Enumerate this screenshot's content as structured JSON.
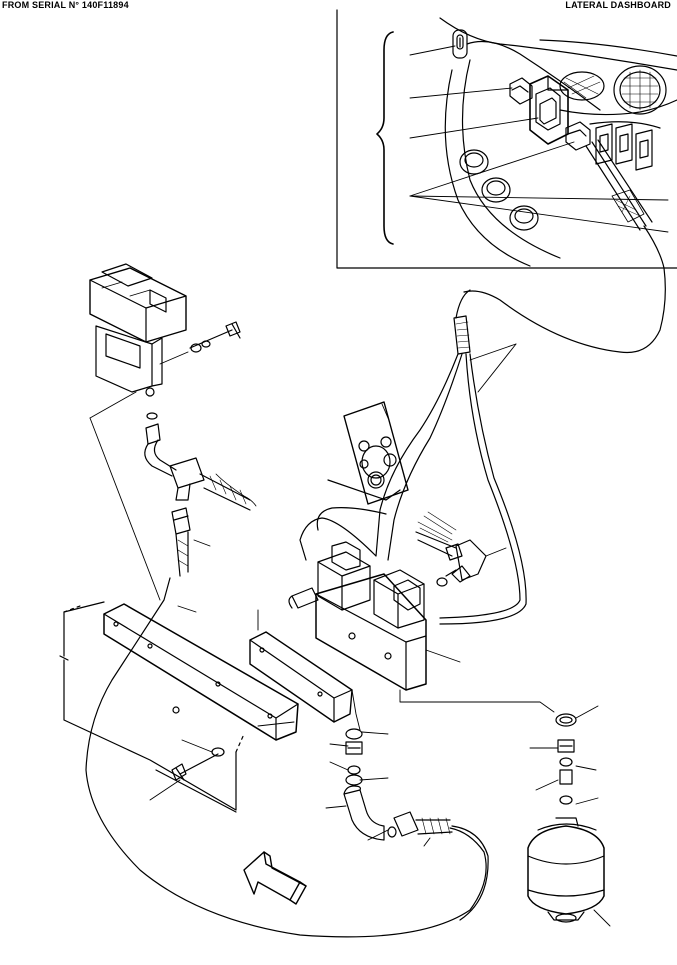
{
  "header": {
    "left_text": "FROM SERIAL N° 140F11894",
    "right_text": "LATERAL DASHBOARD"
  },
  "diagram": {
    "style": "black line-art exploded parts diagram",
    "line_color": "#000000",
    "background_color": "#ffffff"
  }
}
